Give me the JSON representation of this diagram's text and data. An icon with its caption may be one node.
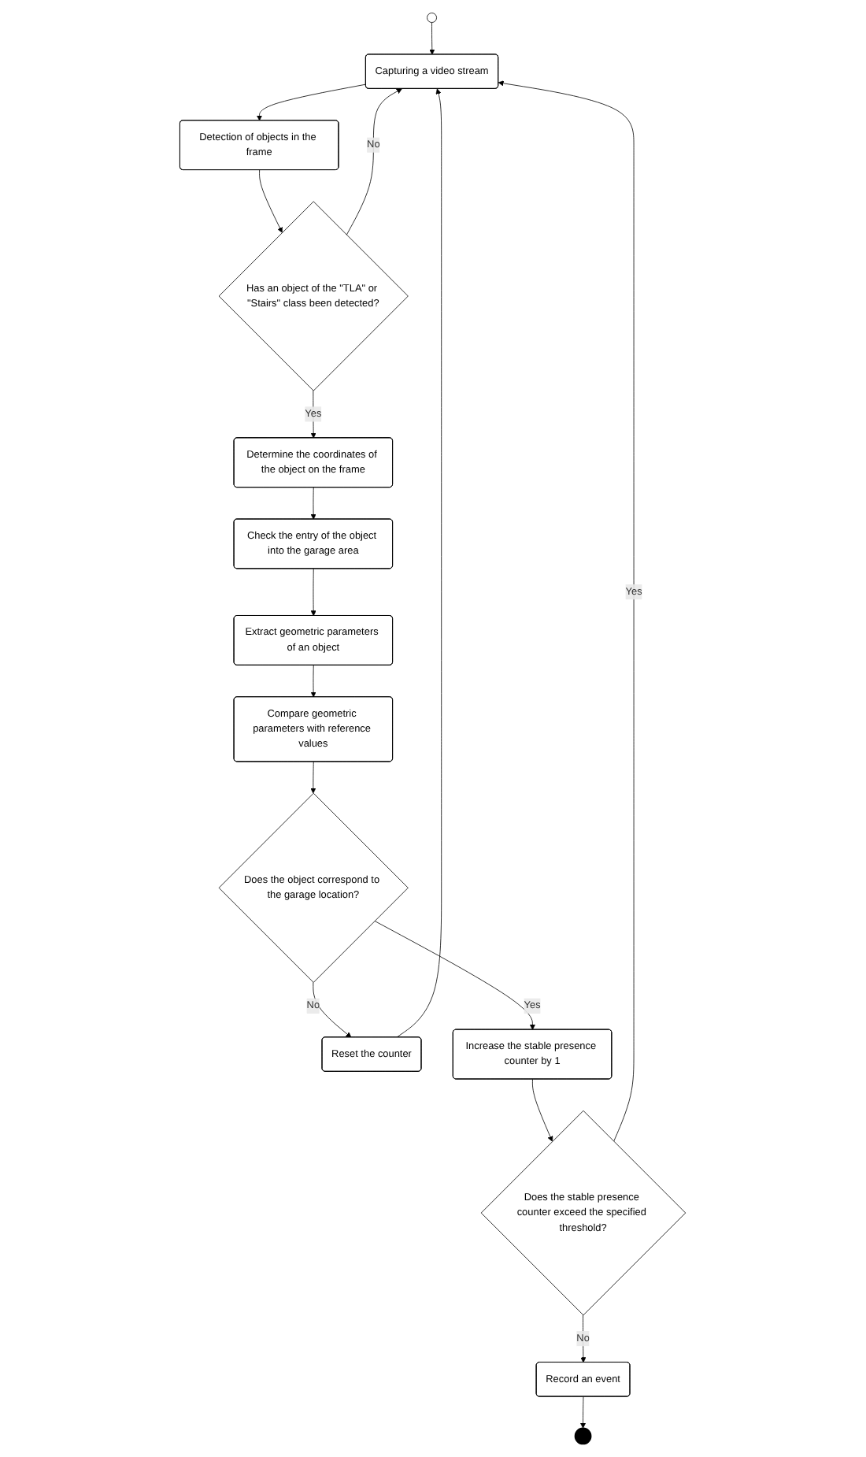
{
  "diagram": {
    "nodes": [
      {
        "text": [],
        "shape": "circle"
      },
      {
        "text": [
          "Capturing a video stream"
        ]
      },
      {
        "text": [
          "Detection of objects in the frame"
        ]
      },
      {
        "text": [
          "Has an object of the \"TLA\" or \"Stairs\" class been detected?"
        ]
      },
      {
        "text": [
          "Determine the coordinates of the object on the frame"
        ]
      },
      {
        "text": [
          "Check the entry of the object into the garage area"
        ]
      },
      {
        "text": [
          "Extract geometric parameters of an object"
        ]
      },
      {
        "text": [
          "Compare geometric parameters with reference values"
        ]
      },
      {
        "text": [
          "Does the object correspond to the garage location?"
        ]
      },
      {
        "text": [
          "Reset the counter"
        ]
      },
      {
        "text": [
          "Increase the stable presence counter by 1"
        ]
      },
      {
        "text": [
          "Does the stable presence counter exceed the specified threshold?"
        ]
      },
      {
        "text": [
          "Record an event"
        ]
      },
      {
        "text": [],
        "shape": "circle"
      }
    ],
    "edges": [
      {
        "from": 0,
        "to": 1,
        "arrow": "to"
      },
      {
        "from": 1,
        "to": 2,
        "arrow": "to"
      },
      {
        "from": 2,
        "to": 3,
        "arrow": "to"
      },
      {
        "from": 3,
        "to": 1,
        "arrow": "to",
        "label": "No"
      },
      {
        "from": 3,
        "to": 4,
        "arrow": "to",
        "label": "Yes"
      },
      {
        "from": 4,
        "to": 5,
        "arrow": "to"
      },
      {
        "from": 5,
        "to": 6,
        "arrow": "to"
      },
      {
        "from": 6,
        "to": 7,
        "arrow": "to"
      },
      {
        "from": 7,
        "to": 8,
        "arrow": "to"
      },
      {
        "from": 8,
        "to": 9,
        "arrow": "to",
        "label": "No"
      },
      {
        "from": 8,
        "to": 10,
        "arrow": "to",
        "label": "Yes"
      },
      {
        "from": 9,
        "to": 1,
        "arrow": "to"
      },
      {
        "from": 10,
        "to": 11,
        "arrow": "to"
      },
      {
        "from": 11,
        "to": 1,
        "arrow": "to",
        "label": "Yes"
      },
      {
        "from": 11,
        "to": 12,
        "arrow": "to",
        "label": "No"
      },
      {
        "from": 12,
        "to": 13,
        "arrow": "to"
      }
    ]
  }
}
